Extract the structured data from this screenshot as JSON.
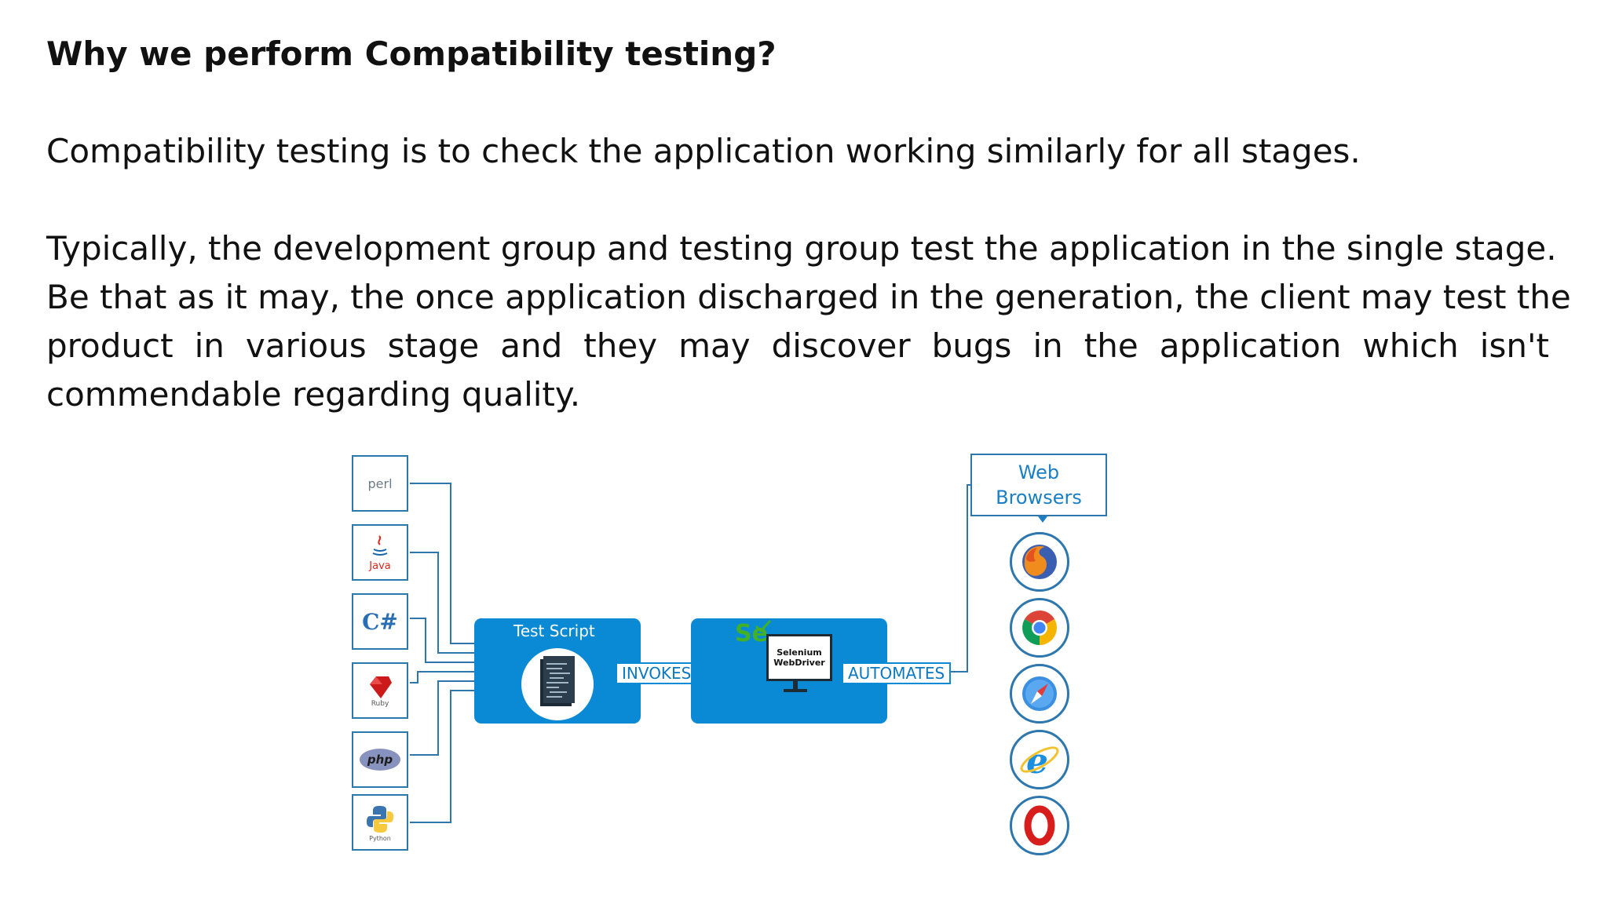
{
  "heading": "Why we perform Compatibility testing?",
  "paragraph1": "Compatibility testing is to check the application working similarly for all stages.",
  "paragraph2_lines": [
    "Typically, the development group and testing group test the application in the single stage.",
    "Be that as it may, the once application discharged in the generation, the client may test the",
    "product in various stage and they may discover bugs in the application which isn't",
    "commendable regarding quality."
  ],
  "diagram": {
    "languages": [
      {
        "name": "perl-logo",
        "text": "perl",
        "subtext": ""
      },
      {
        "name": "java-logo",
        "text": "",
        "subtext": "Java"
      },
      {
        "name": "csharp-logo",
        "text": "C#",
        "subtext": ""
      },
      {
        "name": "ruby-logo",
        "text": "",
        "subtext": "Ruby"
      },
      {
        "name": "php-logo",
        "text": "php",
        "subtext": ""
      },
      {
        "name": "python-logo",
        "text": "",
        "subtext": "Python"
      }
    ],
    "test_script_label": "Test Script",
    "invokes_label": "INVOKES",
    "selenium_logo_text": "Se",
    "webdriver_label_line1": "Selenium",
    "webdriver_label_line2": "WebDriver",
    "automates_label": "AUTOMATES",
    "web_browsers_line1": "Web",
    "web_browsers_line2": "Browsers",
    "browsers": [
      "firefox",
      "chrome",
      "safari",
      "internet-explorer",
      "opera"
    ],
    "colors": {
      "box_blue": "#0a8ad4",
      "line_blue": "#2e77ad",
      "selenium_green": "#43b02a"
    }
  }
}
